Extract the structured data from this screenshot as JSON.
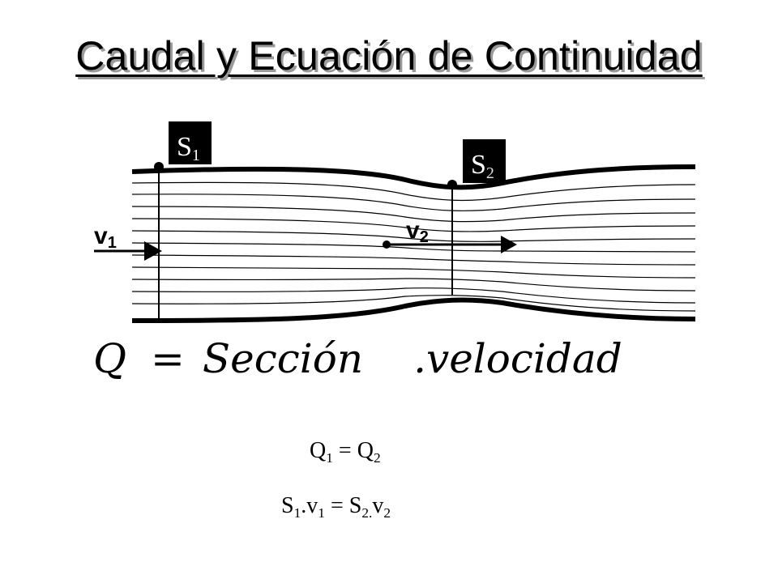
{
  "slide": {
    "title": "Caudal y Ecuación de Continuidad"
  },
  "diagram": {
    "section_1_label": "S",
    "section_1_sub": "1",
    "section_2_label": "S",
    "section_2_sub": "2",
    "velocity_1_label": "v",
    "velocity_1_sub": "1",
    "velocity_2_label": "v",
    "velocity_2_sub": "2",
    "colors": {
      "label_box_bg": "#000000",
      "label_box_text": "#ffffff",
      "lines": "#000000"
    }
  },
  "formula": {
    "q": "Q",
    "equals": "=",
    "section": "Sección",
    "velocity": ".velocidad"
  },
  "equations": {
    "eq1": {
      "a": "Q",
      "a_sub": "1",
      "op": " = ",
      "b": "Q",
      "b_sub": "2"
    },
    "eq2": {
      "a": "S",
      "a_sub": "1",
      "a2": ".v",
      "a2_sub": "1",
      "op": " = ",
      "b": "S",
      "b_sub": "2.",
      "b2": "v",
      "b2_sub": "2"
    }
  }
}
